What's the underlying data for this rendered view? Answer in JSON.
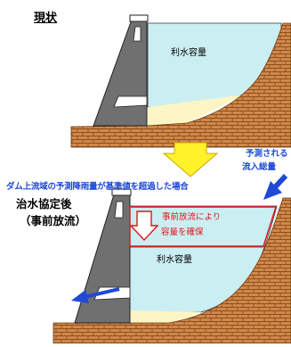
{
  "labels": {
    "current_state": "現状",
    "after_agreement_line1": "治水協定後",
    "after_agreement_line2": "（事前放流）",
    "rain_condition": "ダム上流域の予測降雨量が基準値を超過した場合",
    "inflow_line1": "予測される",
    "inflow_line2": "流入総量",
    "water_capacity_top": "利水容量",
    "water_capacity_bottom": "利水容量",
    "prerelease_line1": "事前放流により",
    "prerelease_line2": "容量を確保"
  },
  "colors": {
    "water": "#cbeef2",
    "sediment": "#fdf6c4",
    "terrain": "#c87941",
    "dam_concrete": "#707070",
    "transition_arrow": "#fff22a",
    "annotation_blue": "#1f49d6",
    "annotation_red": "#e0141b"
  }
}
